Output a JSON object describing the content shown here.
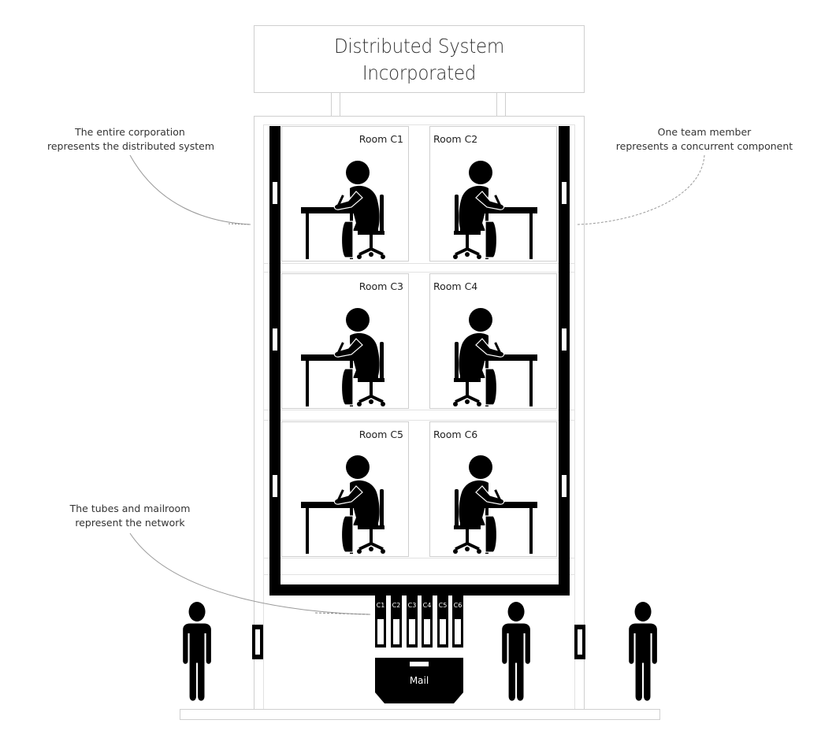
{
  "title": {
    "line1": "Distributed System",
    "line2": "Incorporated"
  },
  "annotations": {
    "corporation": {
      "line1": "The  entire corporation",
      "line2": "represents the distributed system"
    },
    "team_member": {
      "line1": "One team member",
      "line2": "represents a concurrent component"
    },
    "network": {
      "line1": "The tubes and mailroom",
      "line2": "represent the network"
    }
  },
  "rooms": [
    {
      "label": "Room C1"
    },
    {
      "label": "Room C2"
    },
    {
      "label": "Room C3"
    },
    {
      "label": "Room C4"
    },
    {
      "label": "Room C5"
    },
    {
      "label": "Room C6"
    }
  ],
  "mail_slots": [
    "C1",
    "C2",
    "C3",
    "C4",
    "C5",
    "C6"
  ],
  "mailroom": {
    "label": "Mail"
  },
  "colors": {
    "ink": "#000000",
    "frame": "#cfcfcf",
    "text": "#333333"
  }
}
